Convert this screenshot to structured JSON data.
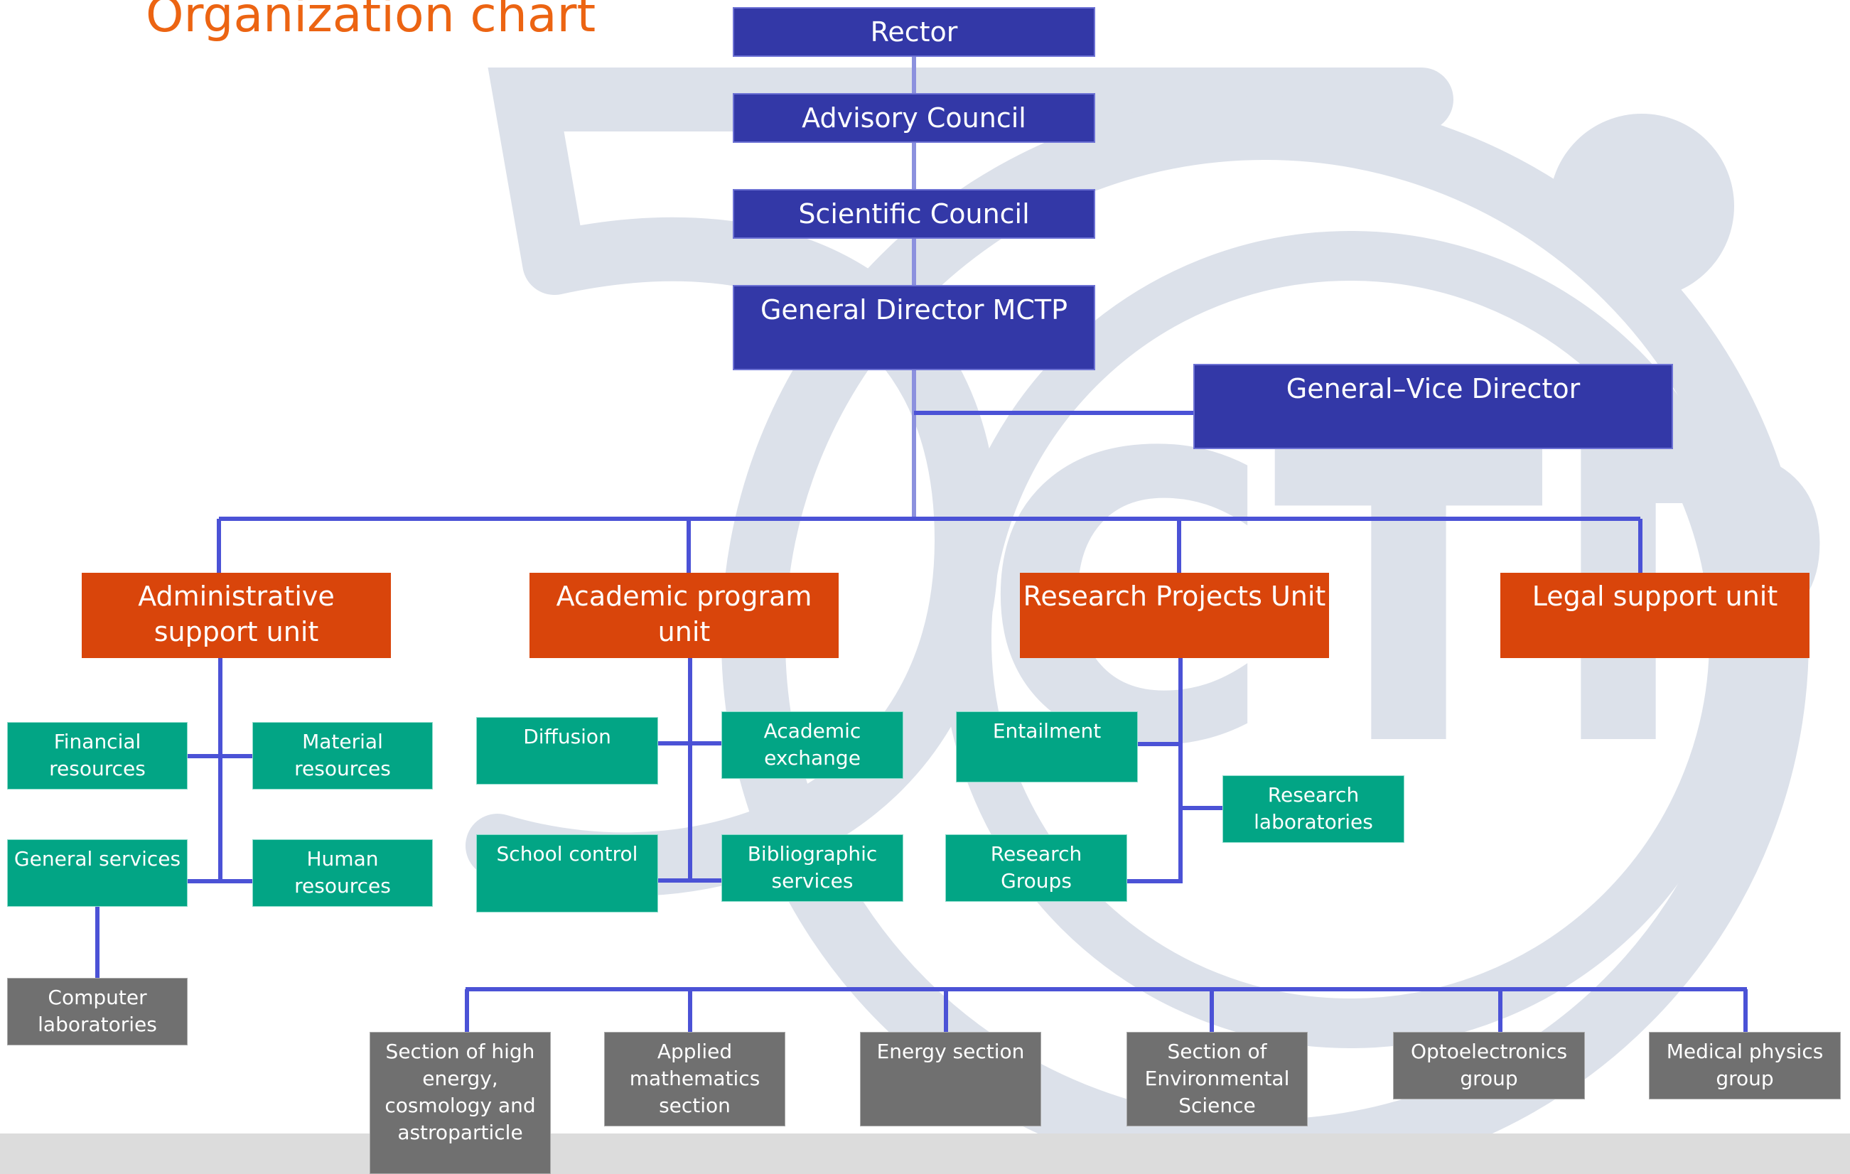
{
  "title": "Organization chart",
  "colors": {
    "title": "#ec6412",
    "leadership": "#3338a7",
    "units": "#d9450b",
    "subunits": "#02a585",
    "groups": "#707070",
    "connectors": "#4b52d6",
    "watermark": "#dce1ea",
    "footer": "#dcdcdc"
  },
  "watermark": {
    "text": "CTP",
    "icon": "mctp-50-logo-watermark"
  },
  "nodes": {
    "rector": "Rector",
    "advisory_council": "Advisory Council",
    "scientific_council": "Scientific Council",
    "general_director": "General Director MCTP",
    "vice_director": "General–Vice Director",
    "admin_unit": "Administrative\nsupport unit",
    "academic_unit": "Academic program\nunit",
    "research_unit": "Research Projects Unit",
    "legal_unit": "Legal support unit",
    "financial_resources": "Financial\nresources",
    "material_resources": "Material\nresources",
    "general_services": "General services",
    "human_resources": "Human\nresources",
    "computer_laboratories": "Computer\nlaboratories",
    "diffusion": "Diffusion",
    "academic_exchange": "Academic\nexchange",
    "school_control": "School control",
    "bibliographic_services": "Bibliographic\nservices",
    "entailment": "Entailment",
    "research_laboratories": "Research\nlaboratories",
    "research_groups": "Research\nGroups",
    "section_high_energy": "Section of high\nenergy,\ncosmology and\nastroparticle",
    "applied_math": "Applied\nmathematics\nsection",
    "energy_section": "Energy section",
    "environmental_science": "Section of\nEnvironmental\nScience",
    "optoelectronics": "Optoelectronics\ngroup",
    "medical_physics": "Medical physics\ngroup"
  }
}
